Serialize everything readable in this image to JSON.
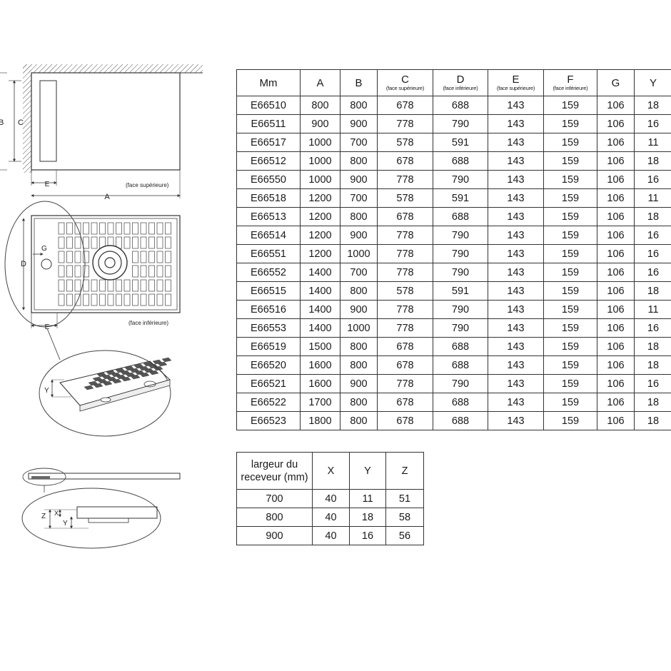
{
  "drawings": {
    "top_view": {
      "label_b": "B",
      "label_c": "C",
      "label_e": "E",
      "label_a": "A",
      "face_label": "(face supérieure)"
    },
    "bottom_view": {
      "label_d": "D",
      "label_g": "G",
      "label_e": "E",
      "face_label": "(face inférieure)"
    },
    "detail_view": {
      "label_y": "Y"
    },
    "profile_view": {
      "label_z": "Z",
      "label_x": "X",
      "label_y": "Y"
    }
  },
  "dimensions_table": {
    "headers": [
      {
        "label": "Mm",
        "sub": ""
      },
      {
        "label": "A",
        "sub": ""
      },
      {
        "label": "B",
        "sub": ""
      },
      {
        "label": "C",
        "sub": "(face supérieure)"
      },
      {
        "label": "D",
        "sub": "(face inférieure)"
      },
      {
        "label": "E",
        "sub": "(face supérieure)"
      },
      {
        "label": "F",
        "sub": "(face inférieure)"
      },
      {
        "label": "G",
        "sub": ""
      },
      {
        "label": "Y",
        "sub": ""
      }
    ],
    "rows": [
      [
        "E66510",
        "800",
        "800",
        "678",
        "688",
        "143",
        "159",
        "106",
        "18"
      ],
      [
        "E66511",
        "900",
        "900",
        "778",
        "790",
        "143",
        "159",
        "106",
        "16"
      ],
      [
        "E66517",
        "1000",
        "700",
        "578",
        "591",
        "143",
        "159",
        "106",
        "11"
      ],
      [
        "E66512",
        "1000",
        "800",
        "678",
        "688",
        "143",
        "159",
        "106",
        "18"
      ],
      [
        "E66550",
        "1000",
        "900",
        "778",
        "790",
        "143",
        "159",
        "106",
        "16"
      ],
      [
        "E66518",
        "1200",
        "700",
        "578",
        "591",
        "143",
        "159",
        "106",
        "11"
      ],
      [
        "E66513",
        "1200",
        "800",
        "678",
        "688",
        "143",
        "159",
        "106",
        "18"
      ],
      [
        "E66514",
        "1200",
        "900",
        "778",
        "790",
        "143",
        "159",
        "106",
        "16"
      ],
      [
        "E66551",
        "1200",
        "1000",
        "778",
        "790",
        "143",
        "159",
        "106",
        "16"
      ],
      [
        "E66552",
        "1400",
        "700",
        "778",
        "790",
        "143",
        "159",
        "106",
        "16"
      ],
      [
        "E66515",
        "1400",
        "800",
        "578",
        "591",
        "143",
        "159",
        "106",
        "18"
      ],
      [
        "E66516",
        "1400",
        "900",
        "778",
        "790",
        "143",
        "159",
        "106",
        "11"
      ],
      [
        "E66553",
        "1400",
        "1000",
        "778",
        "790",
        "143",
        "159",
        "106",
        "16"
      ],
      [
        "E66519",
        "1500",
        "800",
        "678",
        "688",
        "143",
        "159",
        "106",
        "18"
      ],
      [
        "E66520",
        "1600",
        "800",
        "678",
        "688",
        "143",
        "159",
        "106",
        "18"
      ],
      [
        "E66521",
        "1600",
        "900",
        "778",
        "790",
        "143",
        "159",
        "106",
        "16"
      ],
      [
        "E66522",
        "1700",
        "800",
        "678",
        "688",
        "143",
        "159",
        "106",
        "18"
      ],
      [
        "E66523",
        "1800",
        "800",
        "678",
        "688",
        "143",
        "159",
        "106",
        "18"
      ]
    ]
  },
  "width_table": {
    "headers": [
      "largeur du receveur (mm)",
      "X",
      "Y",
      "Z"
    ],
    "rows": [
      [
        "700",
        "40",
        "11",
        "51"
      ],
      [
        "800",
        "40",
        "18",
        "58"
      ],
      [
        "900",
        "40",
        "16",
        "56"
      ]
    ]
  }
}
